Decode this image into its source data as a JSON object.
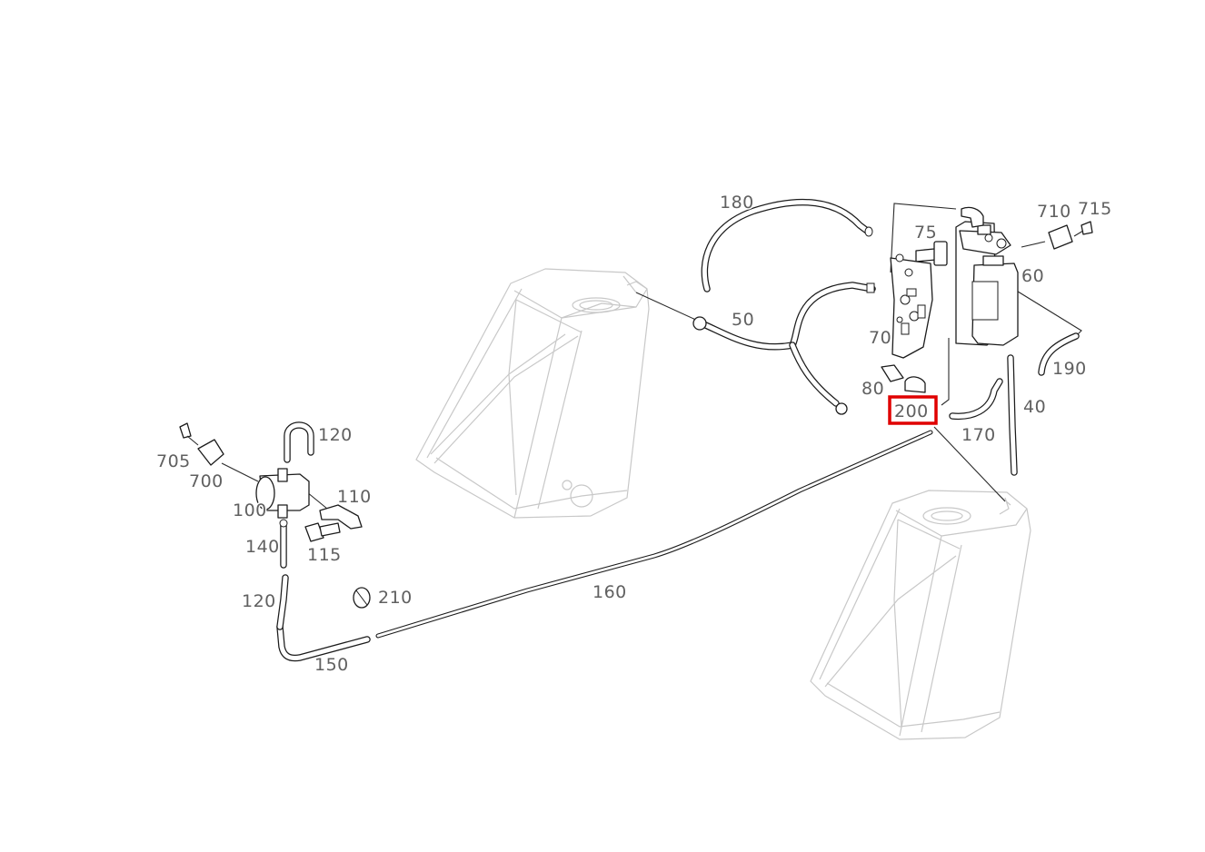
{
  "labels": {
    "l180": "180",
    "l75": "75",
    "l710": "710",
    "l715": "715",
    "l60": "60",
    "l50": "50",
    "l70": "70",
    "l190": "190",
    "l80": "80",
    "l200": "200",
    "l40": "40",
    "l170": "170",
    "l120a": "120",
    "l705": "705",
    "l700": "700",
    "l110": "110",
    "l100": "100",
    "l140": "140",
    "l115": "115",
    "l120b": "120",
    "l210": "210",
    "l160": "160",
    "l150": "150"
  },
  "highlight": {
    "label_ref": "200",
    "color": "#e00000"
  },
  "colors": {
    "line": "#1c1c1c",
    "ghost_tank": "#c8c8c8",
    "label_text": "#606060"
  }
}
